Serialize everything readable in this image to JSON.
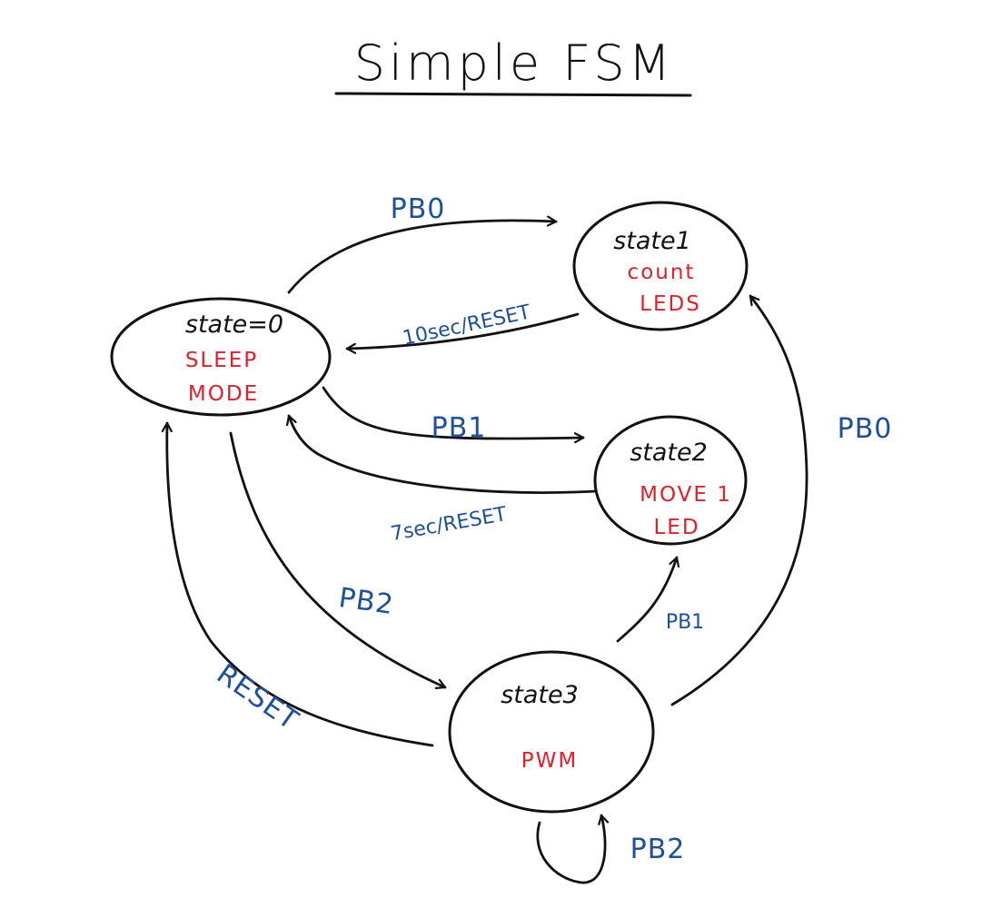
{
  "title": "Simple FSM",
  "colors": {
    "ink": "#111111",
    "state_text": "#e0202a",
    "edge_text": "#1f4f9a"
  },
  "states": {
    "s0": {
      "name": "state=0",
      "line1": "SLEEP",
      "line2": "MODE"
    },
    "s1": {
      "name": "state1",
      "line1": "count",
      "line2": "LEDS"
    },
    "s2": {
      "name": "state2",
      "line1": "MOVE 1",
      "line2": "LED"
    },
    "s3": {
      "name": "state3",
      "line1": "PWM"
    }
  },
  "transitions": {
    "s0_s1": {
      "from": "state=0",
      "to": "state1",
      "label": "PB0"
    },
    "s1_s0": {
      "from": "state1",
      "to": "state=0",
      "label": "10sec/RESET"
    },
    "s0_s2": {
      "from": "state=0",
      "to": "state2",
      "label": "PB1"
    },
    "s2_s0": {
      "from": "state2",
      "to": "state=0",
      "label": "7sec/RESET"
    },
    "s0_s3": {
      "from": "state=0",
      "to": "state3",
      "label": "PB2"
    },
    "s3_s0": {
      "from": "state3",
      "to": "state=0",
      "label": "RESET"
    },
    "s3_s1": {
      "from": "state3",
      "to": "state1",
      "label": "PB0"
    },
    "s3_s2": {
      "from": "state3",
      "to": "state2",
      "label": "PB1"
    },
    "s3_s3": {
      "from": "state3",
      "to": "state3",
      "label": "PB2"
    }
  }
}
